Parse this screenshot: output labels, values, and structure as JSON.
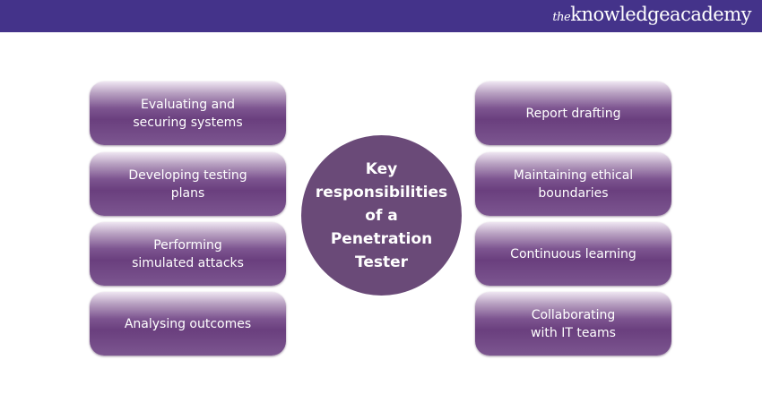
{
  "header": {
    "logo_prefix": "the",
    "logo_main": "knowledgeacademy"
  },
  "center": {
    "title": "Key\nresponsibilities\nof a\nPenetration\nTester"
  },
  "left": [
    {
      "label": "Evaluating and\nsecuring systems"
    },
    {
      "label": "Developing testing\nplans"
    },
    {
      "label": "Performing\nsimulated attacks"
    },
    {
      "label": "Analysing outcomes"
    }
  ],
  "right": [
    {
      "label": "Report drafting"
    },
    {
      "label": "Maintaining ethical\nboundaries"
    },
    {
      "label": "Continuous learning"
    },
    {
      "label": "Collaborating\nwith IT teams"
    }
  ]
}
